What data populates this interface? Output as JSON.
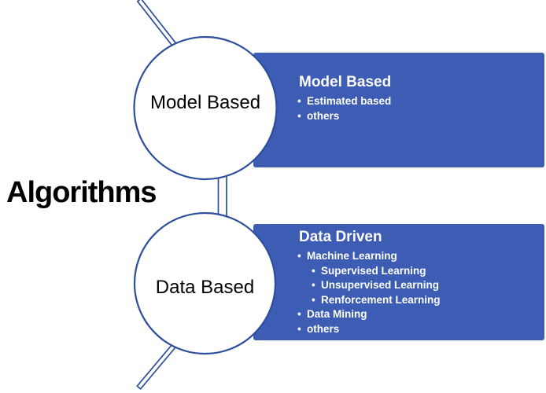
{
  "title": "Algorithms",
  "colors": {
    "background": "#FFFFFF",
    "box_fill": "#3C5DB3",
    "shape_outline": "#2D4E9C",
    "circle_fill": "#FFFFFF",
    "title_color": "#000000",
    "box_text": "#FFFFFF"
  },
  "glyphs": {
    "bullet": "•"
  },
  "nodes": {
    "model": {
      "circle_label": "Model Based",
      "box_title": "Model Based",
      "items": [
        {
          "label": "Estimated based",
          "level": 1
        },
        {
          "label": "others",
          "level": 1
        }
      ]
    },
    "data": {
      "circle_label": "Data Based",
      "box_title": "Data Driven",
      "items": [
        {
          "label": "Machine Learning",
          "level": 1
        },
        {
          "label": "Supervised Learning",
          "level": 2
        },
        {
          "label": "Unsupervised Learning",
          "level": 2
        },
        {
          "label": "Renforcement Learning",
          "level": 2
        },
        {
          "label": "Data Mining",
          "level": 1
        },
        {
          "label": "others",
          "level": 1
        }
      ]
    }
  }
}
